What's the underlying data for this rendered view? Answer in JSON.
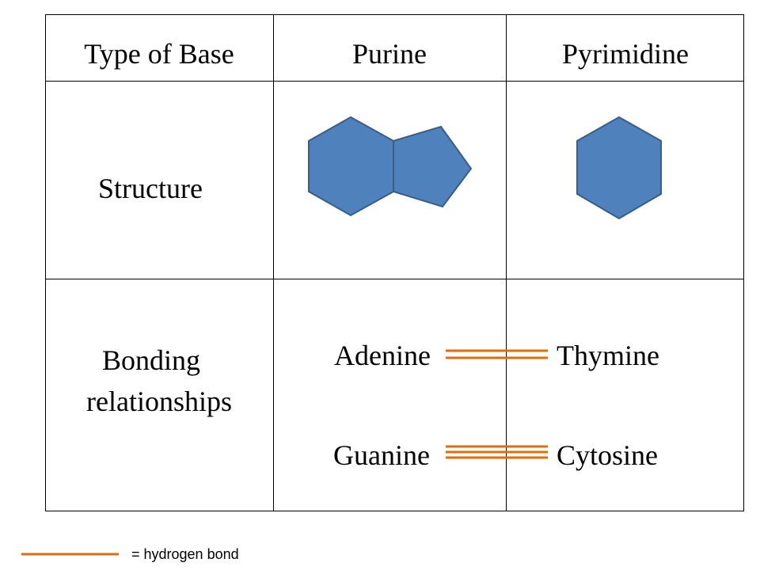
{
  "table": {
    "headers": [
      "Type of Base",
      "Purine",
      "Pyrimidine"
    ],
    "rows": [
      {
        "label": "Structure"
      },
      {
        "label_line1": "Bonding",
        "label_line2": "relationships"
      }
    ],
    "pairs": [
      {
        "purine": "Adenine",
        "pyrimidine": "Thymine",
        "bond_count": 2
      },
      {
        "purine": "Guanine",
        "pyrimidine": "Cytosine",
        "bond_count": 3
      }
    ]
  },
  "legend": {
    "text": "= hydrogen bond"
  },
  "colors": {
    "shape_fill": "#4f81bd",
    "shape_edge": "#385d8a",
    "bond": "#e36c09"
  }
}
